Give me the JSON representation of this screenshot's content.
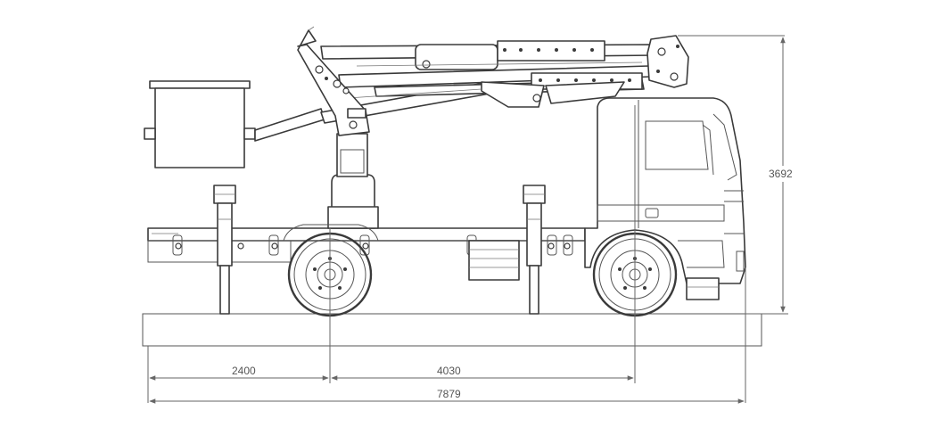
{
  "dimensions": {
    "overall_height": "3692",
    "rear_overhang": "2400",
    "wheelbase": "4030",
    "overall_length": "7879"
  },
  "colors": {
    "line": "#3a3a3a",
    "dimension": "#666666",
    "background": "#ffffff"
  }
}
